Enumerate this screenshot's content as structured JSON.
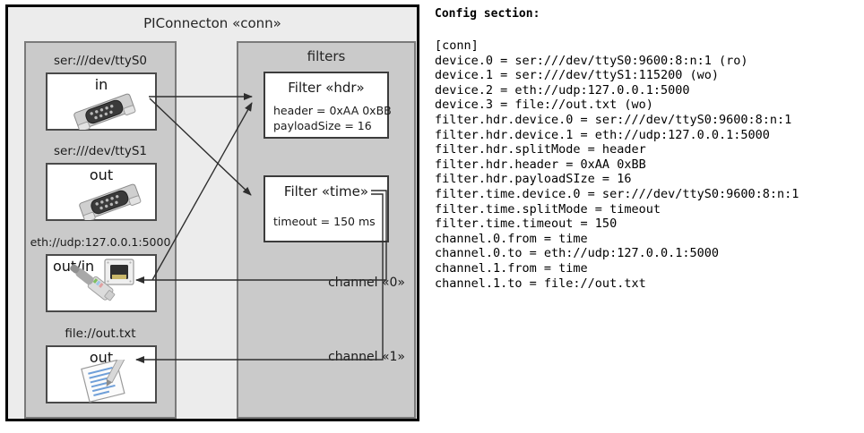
{
  "diagram": {
    "title": "PIConnecton «conn»",
    "device_panel": {
      "nodes": [
        {
          "label": "ser:///dev/ttyS0",
          "word": "in",
          "icon": "serial-port-icon"
        },
        {
          "label": "ser:///dev/ttyS1",
          "word": "out",
          "icon": "serial-port-icon"
        },
        {
          "label": "eth://udp:127.0.0.1:5000",
          "word": "out/in",
          "icon": "ethernet-jack-icon"
        },
        {
          "label": "file://out.txt",
          "word": "out",
          "icon": "text-file-icon"
        }
      ]
    },
    "filters_panel": {
      "title": "filters",
      "filters": [
        {
          "title": "Filter «hdr»",
          "attrs": [
            "header = 0xAA 0xBB",
            "payloadSize = 16"
          ]
        },
        {
          "title": "Filter «time»",
          "attrs": [
            "timeout = 150 ms"
          ]
        }
      ],
      "channels": [
        {
          "label": "channel «0»"
        },
        {
          "label": "channel «1»"
        }
      ]
    }
  },
  "config": {
    "heading": "Config section:",
    "lines": [
      "[conn]",
      "device.0 = ser:///dev/ttyS0:9600:8:n:1 (ro)",
      "device.1 = ser:///dev/ttyS1:115200 (wo)",
      "device.2 = eth://udp:127.0.0.1:5000",
      "device.3 = file://out.txt (wo)",
      "filter.hdr.device.0 = ser:///dev/ttyS0:9600:8:n:1",
      "filter.hdr.device.1 = eth://udp:127.0.0.1:5000",
      "filter.hdr.splitMode = header",
      "filter.hdr.header = 0xAA 0xBB",
      "filter.hdr.payloadSIze = 16",
      "filter.time.device.0 = ser:///dev/ttyS0:9600:8:n:1",
      "filter.time.splitMode = timeout",
      "filter.time.timeout = 150",
      "channel.0.from = time",
      "channel.0.to = eth://udp:127.0.0.1:5000",
      "channel.1.from = time",
      "channel.1.to = file://out.txt"
    ]
  },
  "colors": {
    "page_bg": "#ffffff",
    "outer_bg": "#ececec",
    "panel_bg": "#cacaca",
    "panel_border": "#7a7a7a",
    "node_bg": "#ffffff",
    "line": "#3a3a3a"
  }
}
